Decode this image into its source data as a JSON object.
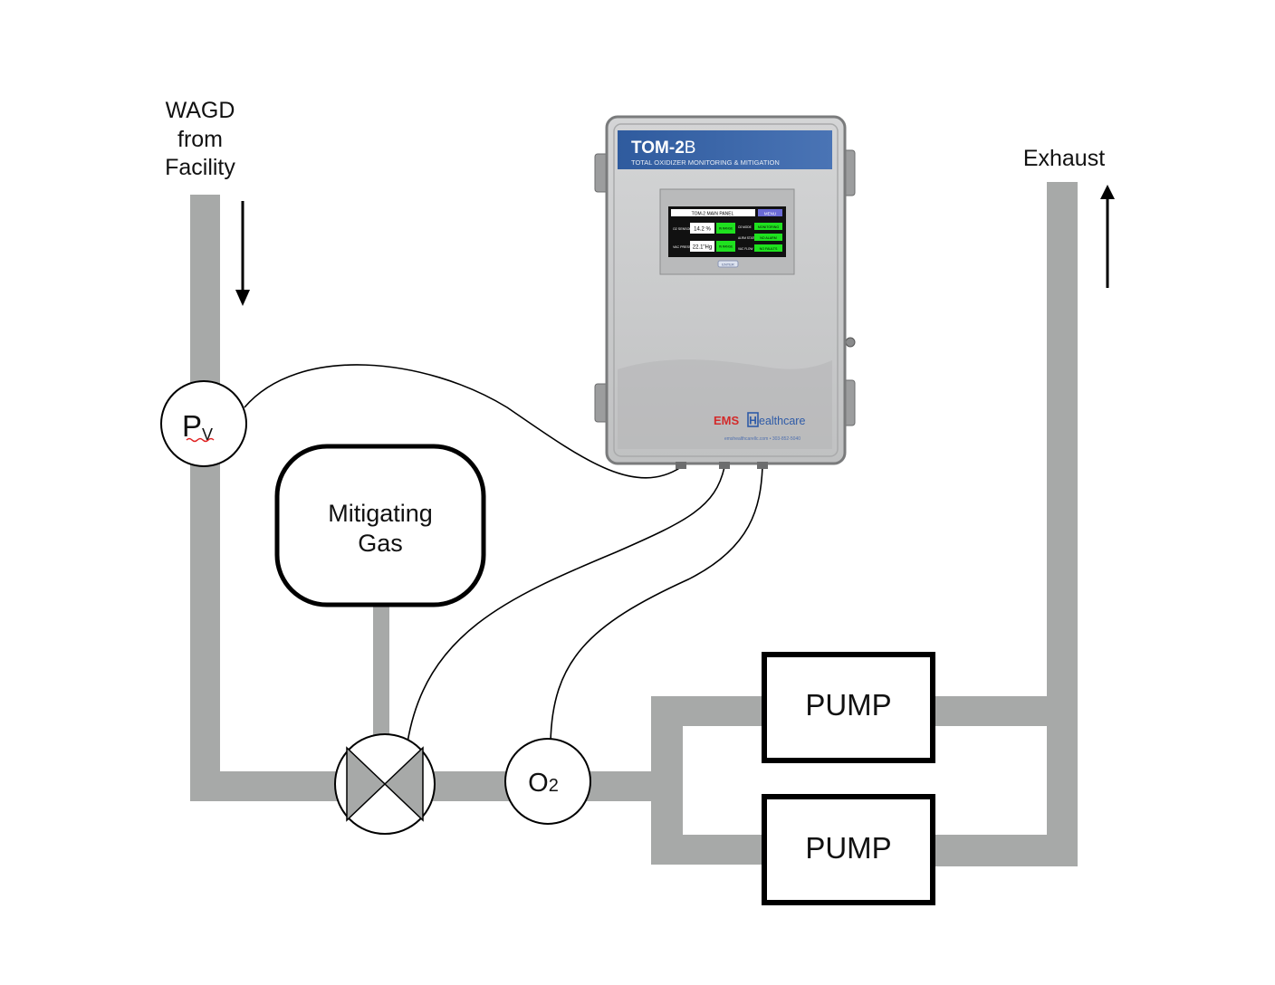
{
  "labels": {
    "wagd_line1": "WAGD",
    "wagd_line2": "from",
    "wagd_line3": "Facility",
    "exhaust": "Exhaust",
    "pv_main": "P",
    "pv_sub": "V",
    "mitigating_line1": "Mitigating",
    "mitigating_line2": "Gas",
    "o2_main": "O",
    "o2_sub": "2",
    "pump_top": "PUMP",
    "pump_bottom": "PUMP"
  },
  "device": {
    "model_main": "TOM-2",
    "model_suffix": "B",
    "subtitle": "TOTAL OXIDIZER MONITORING & MITIGATION",
    "brand_ems": "EMS",
    "brand_h": "H",
    "brand_rest": "ealthcare",
    "contact": "emshealthcarellc.com  •  303-852-5040",
    "screen": {
      "title": "TOM-2 MAIN PANEL",
      "menu_button": "MENU",
      "o2_label": "O2 SENSOR",
      "o2_value": "14.2 %",
      "o2_status": "IN RANGE",
      "vac_label": "VAC PRESS",
      "vac_value": "22.1\"Hg",
      "vac_status": "IN RANGE",
      "status_1_label": "O2 MODE",
      "status_1_value": "MONITORING",
      "status_2_label": "ALRM STATUS",
      "status_2_value": "NO ALARM",
      "status_3_label": "VAC FLOW",
      "status_3_value": "NO FAULTS",
      "bottom_button": "ENTER"
    }
  },
  "colors": {
    "pipe": "#a7a9a8",
    "enclosure": "#c9cacb",
    "header": "#3c64a5",
    "screen_green": "#1fe11f",
    "brand_red": "#d32a2a",
    "brand_blue": "#2f5ba7"
  }
}
